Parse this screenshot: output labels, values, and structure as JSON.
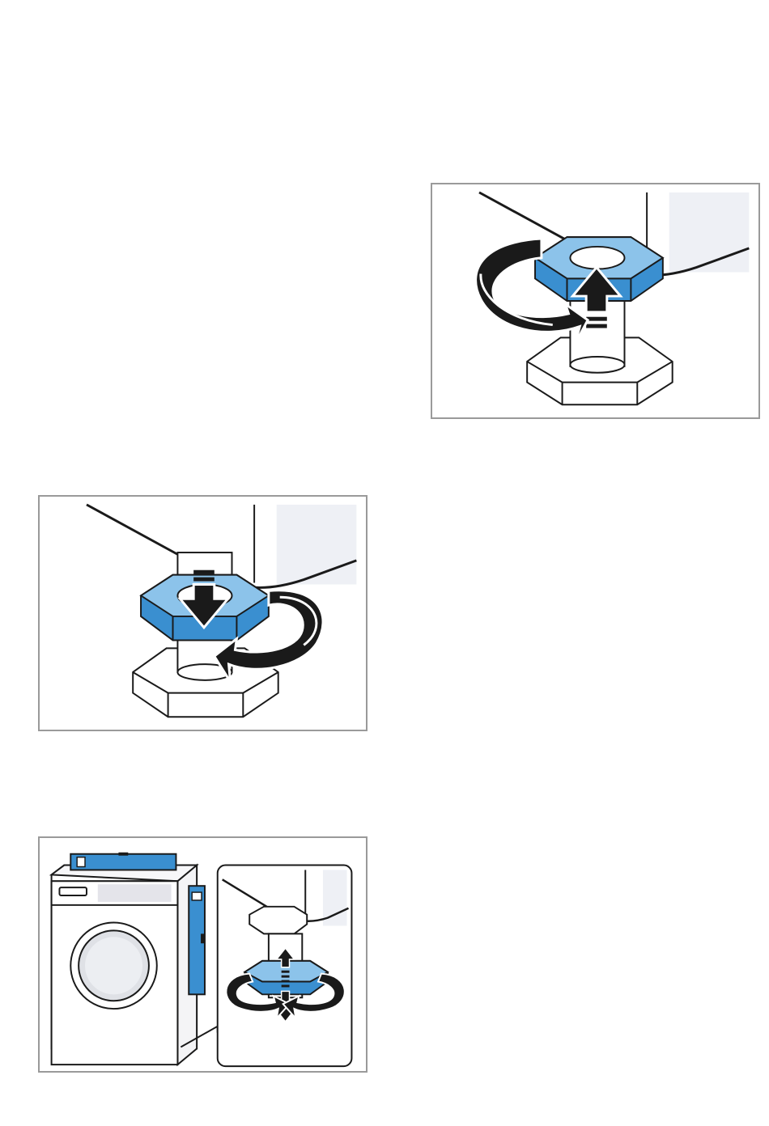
{
  "illustrations": [
    {
      "id": "tighten",
      "icon": "tighten-locknut-illustration-icon",
      "direction": "up"
    },
    {
      "id": "loosen",
      "icon": "loosen-locknut-illustration-icon",
      "direction": "down"
    },
    {
      "id": "level",
      "icon": "spirit-level-foot-adjustment-illustration-icon",
      "direction": "up-down"
    }
  ],
  "colors": {
    "nut_face": "#3a8fd0",
    "nut_top": "#8cc3ea",
    "nut_side": "#1f6fb0",
    "outline": "#1a1a1a",
    "frame": "#9a9a9a",
    "panel_highlight": "#eef0f5"
  }
}
